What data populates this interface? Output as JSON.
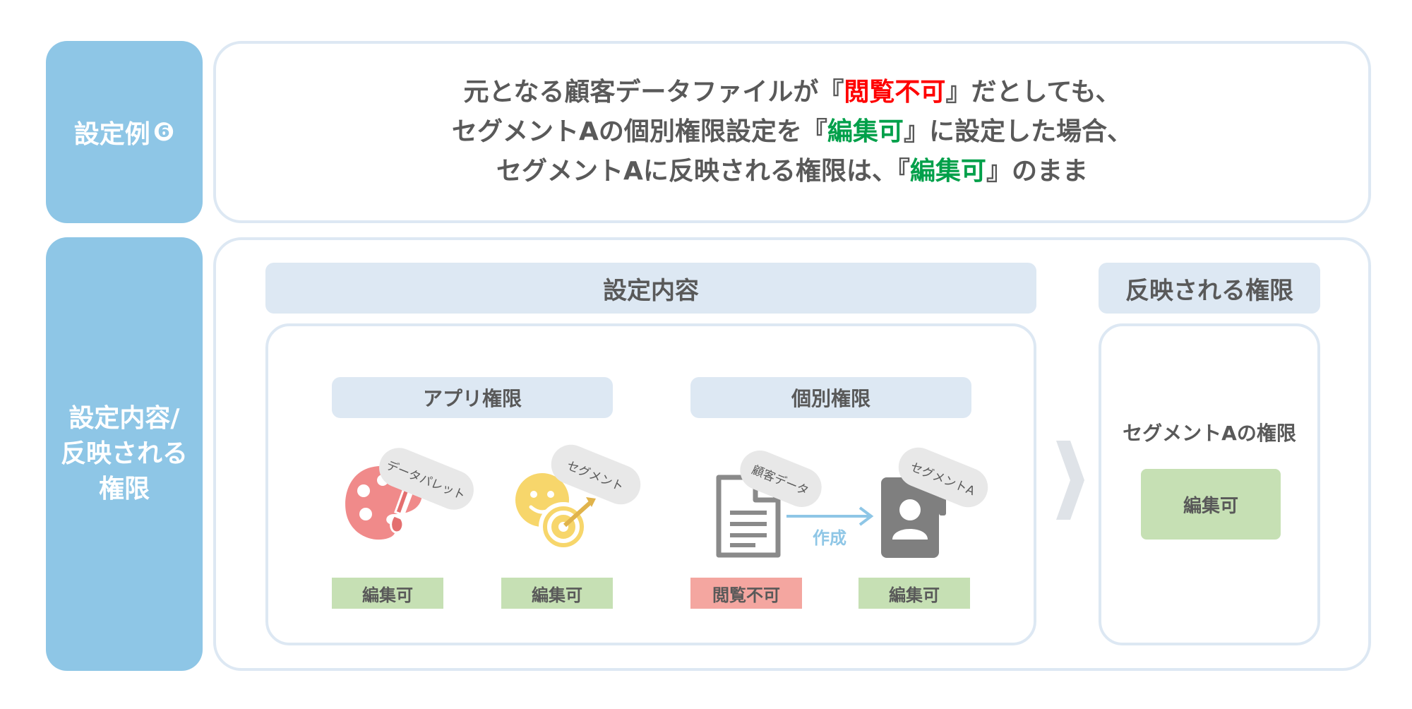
{
  "example": {
    "label": "設定例",
    "number": "❻"
  },
  "headline": {
    "line1_pre": "元となる顧客データファイルが『",
    "line1_em": "閲覧不可",
    "line1_post": "』だとしても、",
    "line2_pre": "セグメントAの個別権限設定を『",
    "line2_em": "編集可",
    "line2_post": "』に設定した場合、",
    "line3_pre": "セグメントAに反映される権限は、『",
    "line3_em": "編集可",
    "line3_post": "』のまま"
  },
  "side2": {
    "line1": "設定内容/",
    "line2": "反映される",
    "line3": "権限"
  },
  "settings": {
    "header": "設定内容",
    "app": {
      "header": "アプリ権限",
      "items": [
        {
          "tag": "データパレット",
          "icon": "palette-icon",
          "permission": "編集可"
        },
        {
          "tag": "セグメント",
          "icon": "target-smile-icon",
          "permission": "編集可"
        }
      ]
    },
    "individual": {
      "header": "個別権限",
      "items": [
        {
          "tag": "顧客データ",
          "icon": "document-icon",
          "permission": "閲覧不可"
        },
        {
          "tag": "セグメントA",
          "icon": "contact-book-icon",
          "permission": "編集可"
        }
      ],
      "arrow_label": "作成"
    }
  },
  "result": {
    "header": "反映される権限",
    "title": "セグメントAの権限",
    "permission": "編集可"
  },
  "colors": {
    "side": "#8ec6e6",
    "light_blue": "#dde8f3",
    "ok": "#c6e0b4",
    "ng": "#f4a6a0",
    "red": "#ff0000",
    "green": "#00a04a",
    "arrow": "#8ec6e6"
  }
}
